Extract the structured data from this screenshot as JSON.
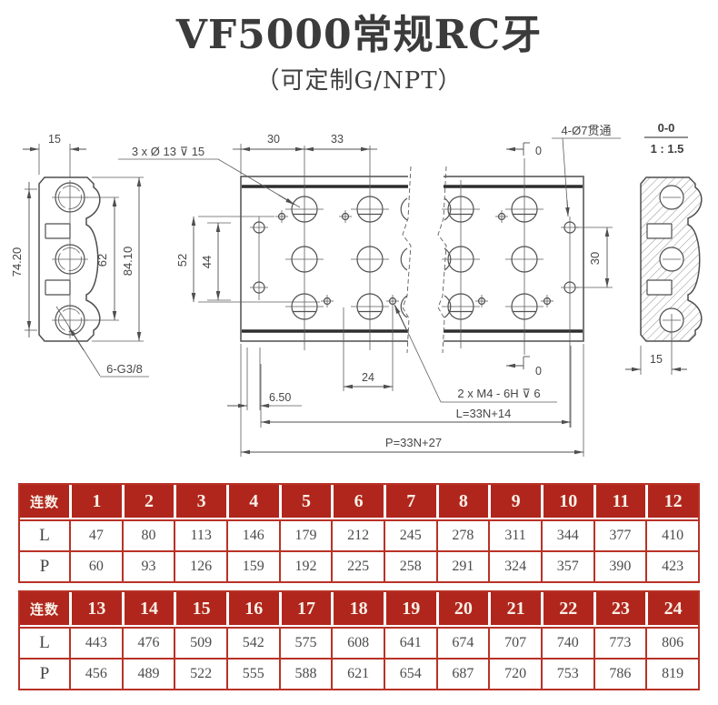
{
  "title": "VF5000常规RC牙",
  "subtitle": "（可定制G/NPT）",
  "colors": {
    "table_header_red": "#b0261d",
    "table_border_red": "#b93227",
    "header_text": "#f8f1e7",
    "title_text": "#3b3b3b",
    "drawing_line": "#4f4f4f"
  },
  "drawing": {
    "side_view": {
      "dim_width_top": "15",
      "dim_height_left": "74.20",
      "dim_ports_span": "62",
      "dim_height_right": "84.10",
      "label_ports": "6-G3/8"
    },
    "plan_view": {
      "label_counterbore": "3 x Ø 13 ⊽ 15",
      "dim_30": "30",
      "dim_33": "33",
      "label_through_holes": "4-Ø7贯通",
      "dim_52": "52",
      "dim_44": "44",
      "dim_30_right": "30",
      "dim_24": "24",
      "dim_650": "6.50",
      "label_m4": "2 x  M4 - 6H ⊽ 6",
      "dim_L": "L=33N+14",
      "dim_P": "P=33N+27",
      "section_mark_top": "0",
      "section_mark_bottom": "0"
    },
    "section_view": {
      "title": "0-0",
      "scale": "1 : 1.5",
      "dim_15": "15"
    }
  },
  "tables": [
    {
      "header": [
        "连数",
        "1",
        "2",
        "3",
        "4",
        "5",
        "6",
        "7",
        "8",
        "9",
        "10",
        "11",
        "12"
      ],
      "rows": [
        {
          "label": "L",
          "values": [
            "47",
            "80",
            "113",
            "146",
            "179",
            "212",
            "245",
            "278",
            "311",
            "344",
            "377",
            "410"
          ]
        },
        {
          "label": "P",
          "values": [
            "60",
            "93",
            "126",
            "159",
            "192",
            "225",
            "258",
            "291",
            "324",
            "357",
            "390",
            "423"
          ]
        }
      ]
    },
    {
      "header": [
        "连数",
        "13",
        "14",
        "15",
        "16",
        "17",
        "18",
        "19",
        "20",
        "21",
        "22",
        "23",
        "24"
      ],
      "rows": [
        {
          "label": "L",
          "values": [
            "443",
            "476",
            "509",
            "542",
            "575",
            "608",
            "641",
            "674",
            "707",
            "740",
            "773",
            "806"
          ]
        },
        {
          "label": "P",
          "values": [
            "456",
            "489",
            "522",
            "555",
            "588",
            "621",
            "654",
            "687",
            "720",
            "753",
            "786",
            "819"
          ]
        }
      ]
    }
  ]
}
